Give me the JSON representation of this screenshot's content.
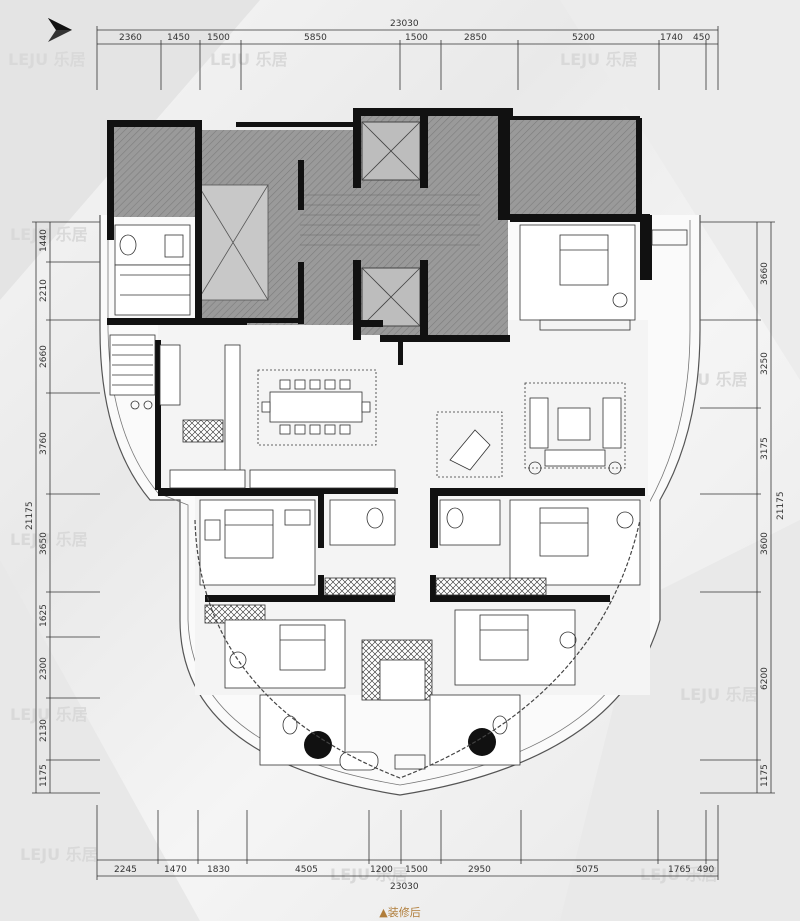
{
  "plan": {
    "caption": "▲装修后",
    "watermark": "LEJU 乐居",
    "top_total": "23030",
    "bottom_total": "23030",
    "right_total": "21175",
    "left_total": "21175",
    "top_dims": [
      "2360",
      "1450",
      "1500",
      "5850",
      "1500",
      "2850",
      "5200",
      "1740",
      "450"
    ],
    "bottom_dims": [
      "2245",
      "1470",
      "1830",
      "4505",
      "1200",
      "1500",
      "2950",
      "5075",
      "1765",
      "490"
    ],
    "left_dims": [
      "1440",
      "2210",
      "2660",
      "3760",
      "3650",
      "1625",
      "2300",
      "2130",
      "1175"
    ],
    "right_dims": [
      "3660",
      "3250",
      "3175",
      "3600",
      "6200",
      "1175"
    ],
    "north_icon": "north-arrow-icon"
  }
}
